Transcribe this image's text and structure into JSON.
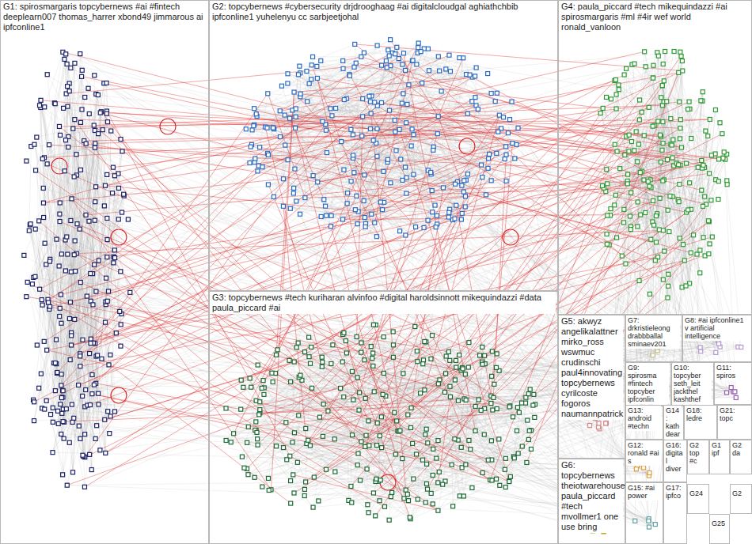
{
  "diagram": {
    "nodes": [
      {
        "text": [
          "G1: spirosmargaris topcybernews #ai #fintech deeplearn007 thomas_harrer xbond49 jimmarous ai ipfconline1"
        ]
      },
      {
        "text": [
          "G2: topcybernews #cybersecurity drjdrooghaag #ai digitalcloudgal aghiathchbib ipfconline1 yuhelenyu cc sarbjeetjohal"
        ]
      },
      {
        "text": [
          "G4: paula_piccard #tech mikequindazzi #ai spirosmargaris #ml #4ir wef world ronald_vanloon"
        ]
      },
      {
        "text": [
          "G3: topcybernews #tech kuriharan alvinfoo #digital haroldsinnott mikequindazzi #data paula_piccard #ai"
        ]
      },
      {
        "text": [
          "G5: akwyz angelikalattner mirko_ross wswmuc crudinschi paul4innovating topcybernews cyrilcoste fogoros naumannpatrick"
        ]
      },
      {
        "text": [
          "G7: drkristieleong drabbballal sminaev201"
        ]
      },
      {
        "text": [
          "G8: #ai ipfconline1 v artificial intelligence"
        ]
      },
      {
        "text": [
          "G9: spirosma #fintech topcyber ipfconlin"
        ]
      },
      {
        "text": [
          "G10: topcyber seth_leit jackthel kashthef"
        ]
      },
      {
        "text": [
          "G11: spiros"
        ]
      },
      {
        "text": [
          "G13: android #techn"
        ]
      },
      {
        "text": [
          "G14: kath dear"
        ]
      },
      {
        "text": [
          "G18: ledre"
        ]
      },
      {
        "text": [
          "G21: topc"
        ]
      },
      {
        "text": [
          "G6: topcybernews theiotwarehouse paula_piccard #tech mvollmer1 one use bring"
        ]
      },
      {
        "text": [
          "G12: ronald #ai s"
        ]
      },
      {
        "text": [
          "G16: digital diver"
        ]
      },
      {
        "text": [
          "G15: #ai power"
        ]
      },
      {
        "text": [
          "G17: ipfco"
        ]
      },
      {
        "text": [
          "G2 top #c"
        ]
      },
      {
        "text": [
          "G1 ipf"
        ]
      },
      {
        "text": [
          "G2 da"
        ]
      },
      {
        "text": [
          "G24"
        ]
      },
      {
        "text": [
          "G2"
        ]
      },
      {
        "text": [
          "G25"
        ]
      }
    ]
  }
}
